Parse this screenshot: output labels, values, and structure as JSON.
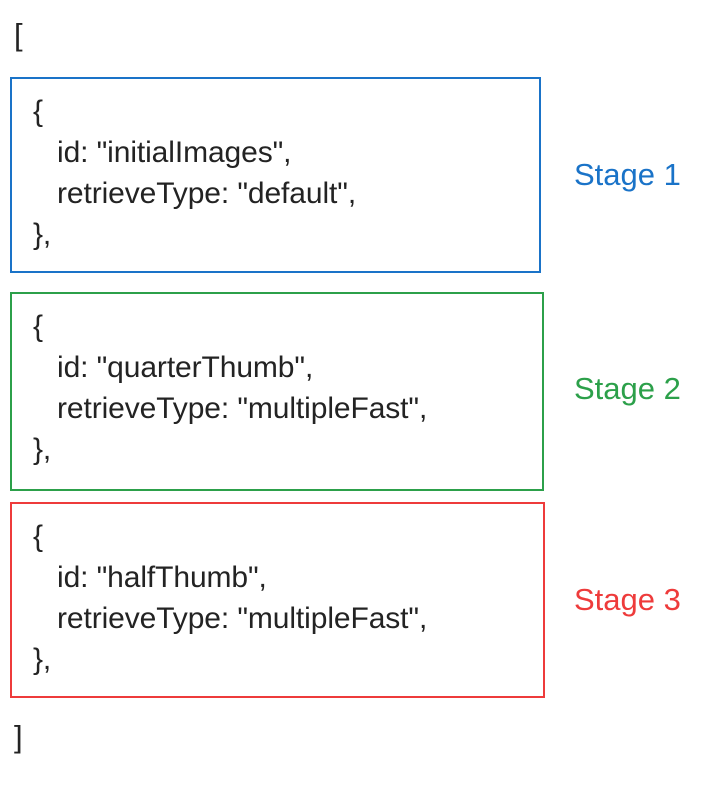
{
  "diagram": {
    "background_color": "#ffffff",
    "text_color": "#232323",
    "array_open": "[",
    "array_close": "]",
    "stages": [
      {
        "label": "Stage 1",
        "color": "#1a73c8",
        "lines": {
          "open_brace": "{",
          "id": "id: \"initialImages\",",
          "retrieve_type": "retrieveType: \"default\",",
          "close_brace": "},"
        },
        "values": {
          "id": "initialImages",
          "retrieveType": "default"
        }
      },
      {
        "label": "Stage 2",
        "color": "#2ca04a",
        "lines": {
          "open_brace": "{",
          "id": "id: \"quarterThumb\",",
          "retrieve_type": "retrieveType: \"multipleFast\",",
          "close_brace": "},"
        },
        "values": {
          "id": "quarterThumb",
          "retrieveType": "multipleFast"
        }
      },
      {
        "label": "Stage 3",
        "color": "#ee3b3b",
        "lines": {
          "open_brace": "{",
          "id": "id: \"halfThumb\",",
          "retrieve_type": "retrieveType: \"multipleFast\",",
          "close_brace": "},"
        },
        "values": {
          "id": "halfThumb",
          "retrieveType": "multipleFast"
        }
      }
    ]
  }
}
